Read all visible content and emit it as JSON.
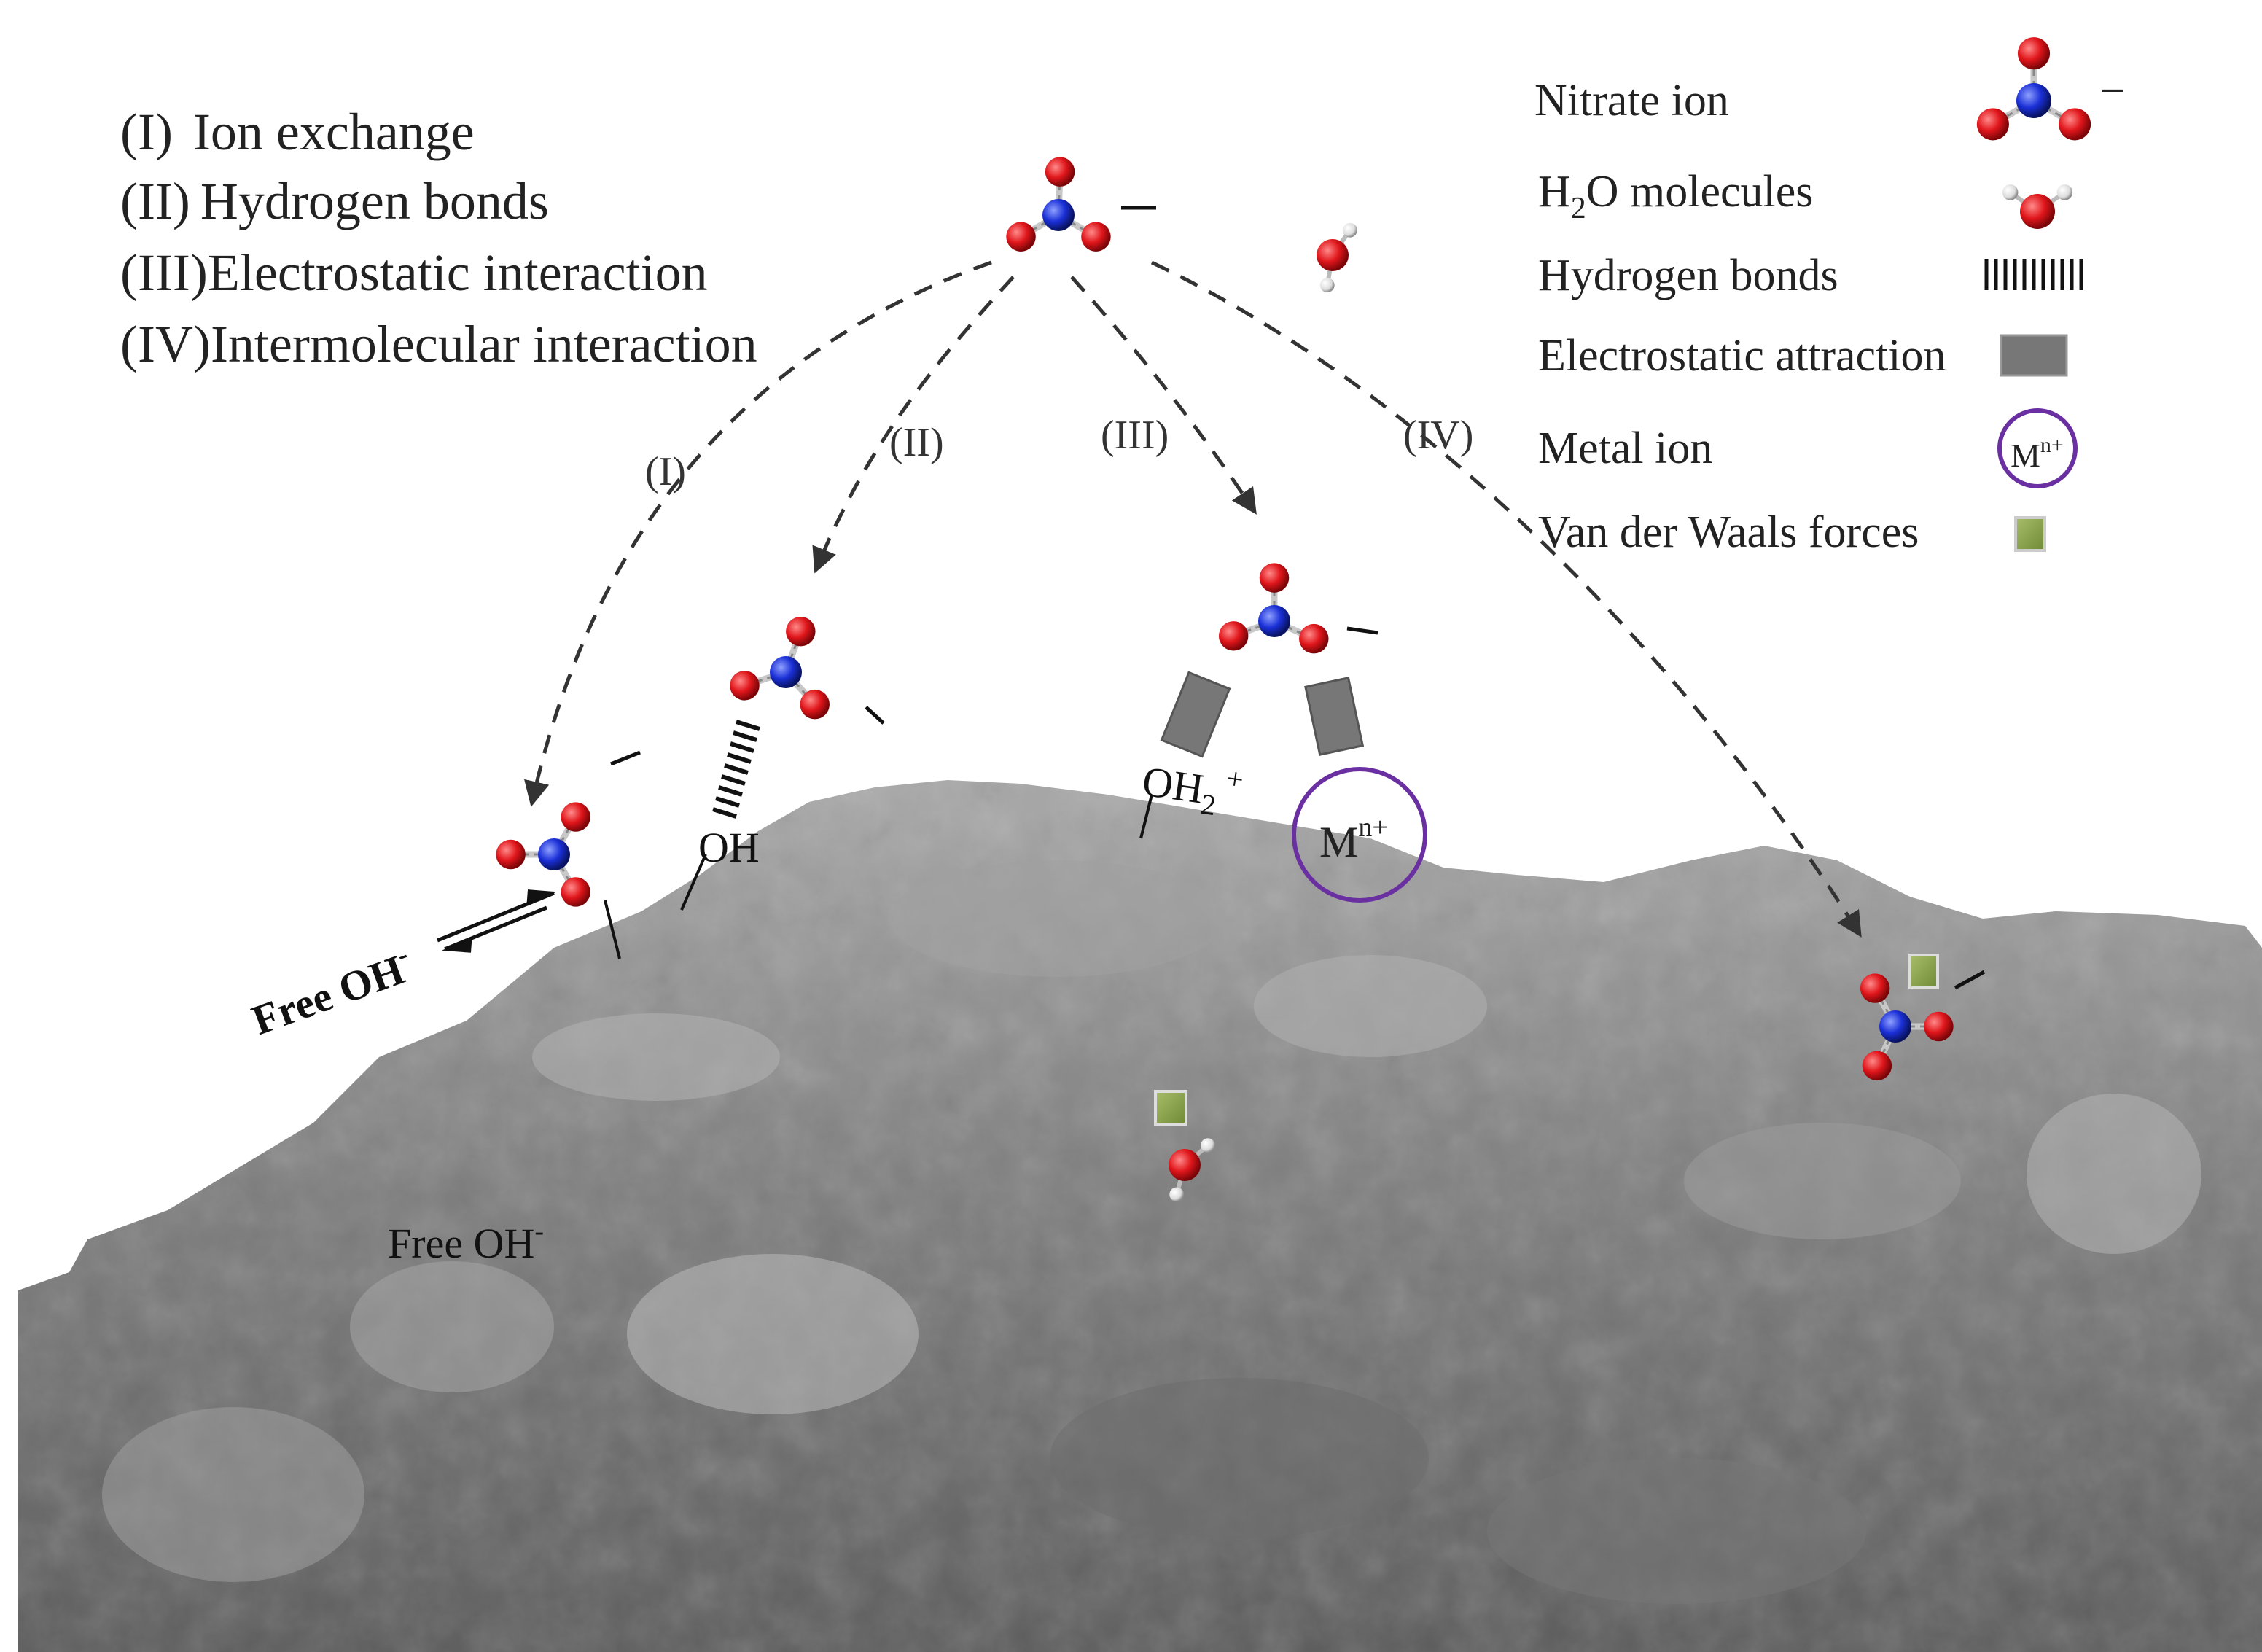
{
  "mechanisms": [
    {
      "numeral": "(I)",
      "text": "Ion exchange"
    },
    {
      "numeral": "(II)",
      "text": "Hydrogen bonds"
    },
    {
      "numeral": "(III)",
      "text": "Electrostatic interaction"
    },
    {
      "numeral": "(IV)",
      "text": "Intermolecular interaction"
    }
  ],
  "legend": [
    {
      "label": "Nitrate ion",
      "key": "nitrate-ion"
    },
    {
      "label_main": "H",
      "label_sub": "2",
      "label_rest": "O molecules",
      "key": "h2o"
    },
    {
      "label": "Hydrogen bonds",
      "key": "hbond"
    },
    {
      "label": "Electrostatic attraction",
      "key": "electrostatic"
    },
    {
      "label": "Metal ion",
      "key": "metal"
    },
    {
      "label": "Van der Waals forces",
      "key": "vdw"
    }
  ],
  "charge_sign": "−",
  "metal_ion": {
    "base": "M",
    "sup": "n+"
  },
  "route_labels": [
    "(I)",
    "(II)",
    "(III)",
    "(IV)"
  ],
  "surface_labels": {
    "oh": "OH",
    "oh2_base": "OH",
    "oh2_sub": "2",
    "oh2_sup": "+",
    "free_oh_base": "Free OH",
    "free_oh_sup": "-"
  },
  "colors": {
    "oxygen": "#e0161b",
    "nitrogen": "#1a2fd6",
    "hydrogen": "#e6e6e6",
    "metal_ring": "#6a2fa0",
    "electrostatic": "#7a7a7a",
    "vdw": "#8aa050",
    "surface": "#8c8c8c"
  }
}
